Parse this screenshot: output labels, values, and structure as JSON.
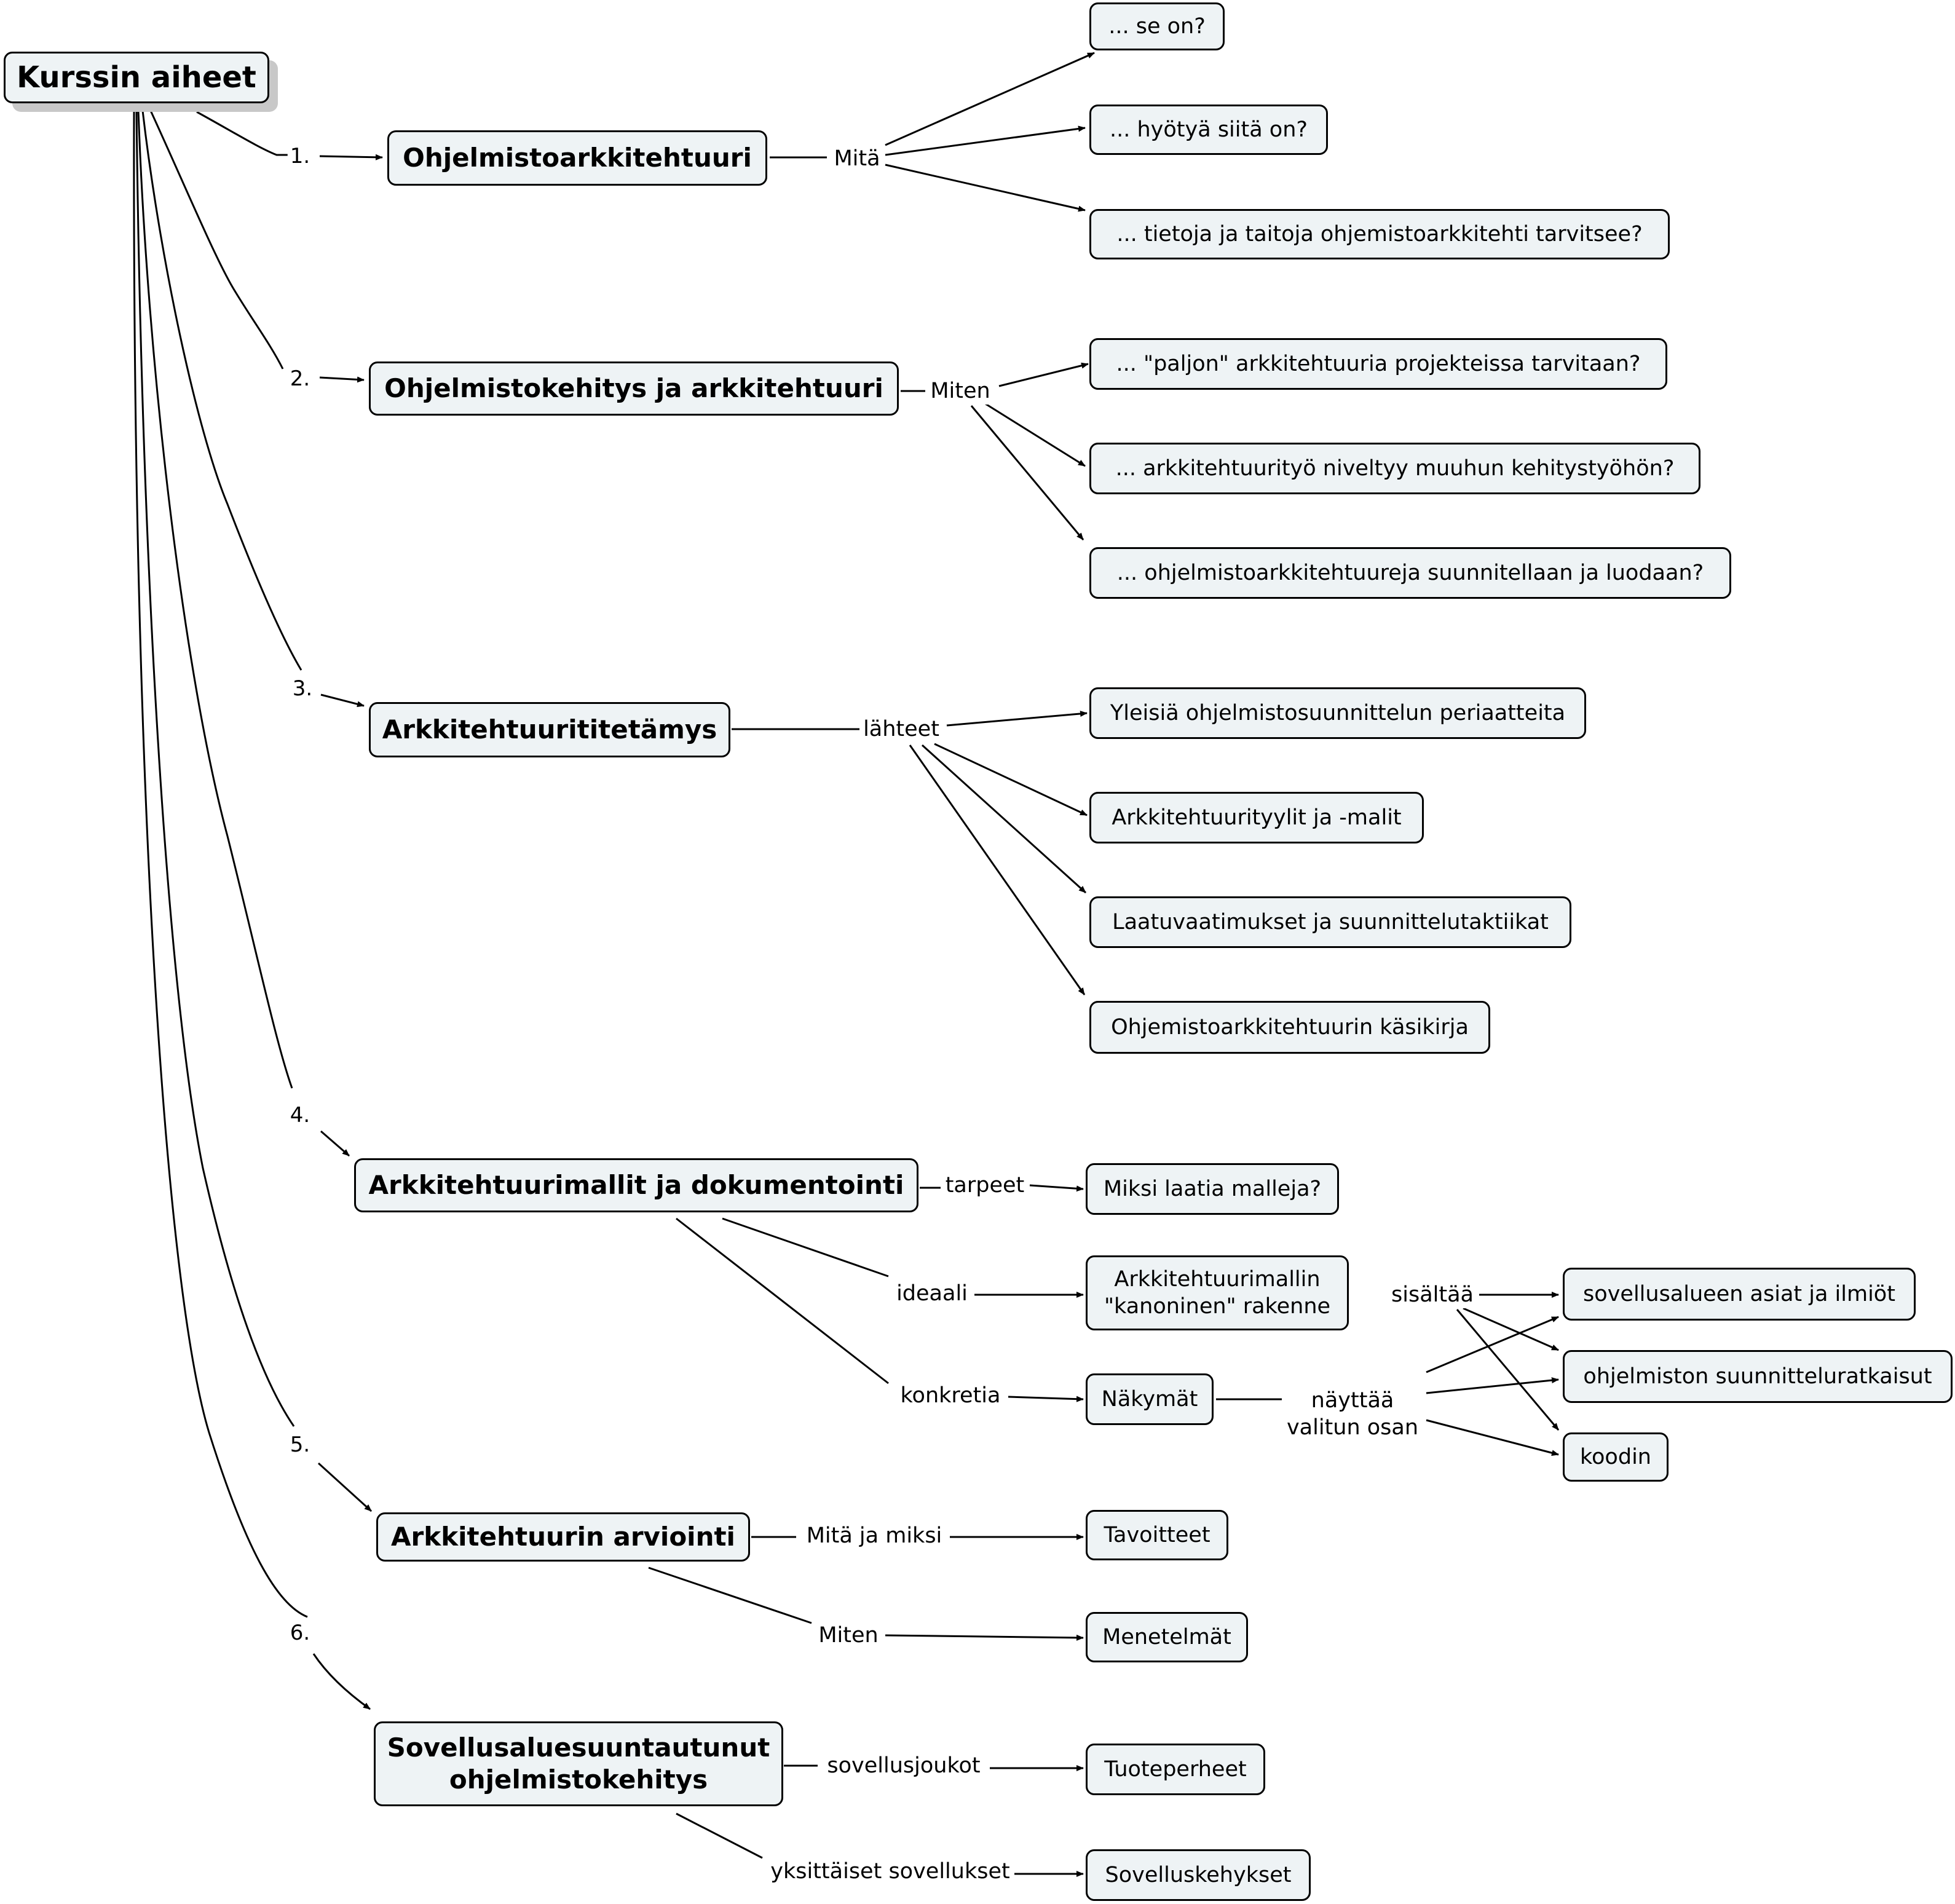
{
  "root": "Kurssin aiheet",
  "numbers": [
    "1.",
    "2.",
    "3.",
    "4.",
    "5.",
    "6."
  ],
  "topics": {
    "t1": "Ohjelmistoarkkitehtuuri",
    "t2": "Ohjelmistokehitys ja arkkitehtuuri",
    "t3": "Arkkitehtuurititetämys",
    "t4": "Arkkitehtuurimallit ja dokumentointi",
    "t5": "Arkkitehtuurin arviointi",
    "t6_line1": "Sovellusaluesuuntautunut",
    "t6_line2": "ohjelmistokehitys"
  },
  "labels": {
    "mita": "Mitä",
    "miten2": "Miten",
    "lahteet": "lähteet",
    "tarpeet": "tarpeet",
    "ideaali": "ideaali",
    "konkretia": "konkretia",
    "sisaltaa": "sisältää",
    "nayttaa_line1": "näyttää",
    "nayttaa_line2": "valitun osan",
    "mita_ja_miksi": "Mitä ja miksi",
    "miten5": "Miten",
    "sovellusjoukot": "sovellusjoukot",
    "yksittaiset": "yksittäiset sovellukset"
  },
  "leaves": {
    "l1a": "... se on?",
    "l1b": "... hyötyä siitä on?",
    "l1c": "... tietoja ja taitoja ohjemistoarkkitehti tarvitsee?",
    "l2a": "... \"paljon\" arkkitehtuuria projekteissa tarvitaan?",
    "l2b": "... arkkitehtuurityö niveltyy muuhun kehitystyöhön?",
    "l2c": "... ohjelmistoarkkitehtuureja suunnitellaan ja luodaan?",
    "l3a": "Yleisiä ohjelmistosuunnittelun periaatteita",
    "l3b": "Arkkitehtuurityylit ja -malit",
    "l3c": "Laatuvaatimukset ja suunnittelutaktiikat",
    "l3d": "Ohjemistoarkkitehtuurin käsikirja",
    "l4a": "Miksi laatia malleja?",
    "l4b_line1": "Arkkitehtuurimallin",
    "l4b_line2": "\"kanoninen\" rakenne",
    "l4c": "Näkymät",
    "l4d": "sovellusalueen asiat ja ilmiöt",
    "l4e": "ohjelmiston suunnitteluratkaisut",
    "l4f": "koodin",
    "l5a": "Tavoitteet",
    "l5b": "Menetelmät",
    "l6a": "Tuoteperheet",
    "l6b": "Sovelluskehykset"
  }
}
